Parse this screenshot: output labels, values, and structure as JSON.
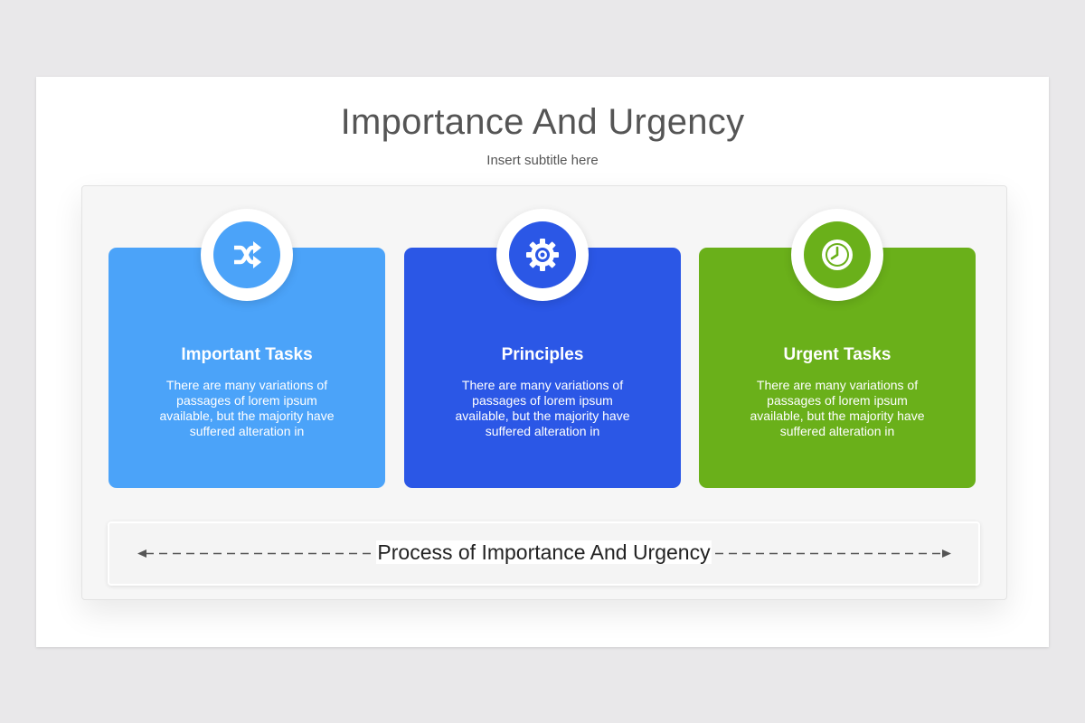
{
  "slide": {
    "title": "Importance And Urgency",
    "subtitle": "Insert subtitle here"
  },
  "cards": [
    {
      "title": "Important Tasks",
      "text": "There are many variations of passages of lorem ipsum available, but the majority have suffered alteration in",
      "icon": "shuffle-icon",
      "color": "#4ba3f9"
    },
    {
      "title": "Principles",
      "text": "There are many variations of passages of lorem ipsum available, but the majority have suffered alteration in",
      "icon": "gear-icon",
      "color": "#2b57e6"
    },
    {
      "title": "Urgent Tasks",
      "text": "There are many variations of passages of lorem ipsum available, but the majority have suffered alteration in",
      "icon": "clock-icon",
      "color": "#6ab01a"
    }
  ],
  "process": {
    "label": "Process of Importance And Urgency"
  }
}
